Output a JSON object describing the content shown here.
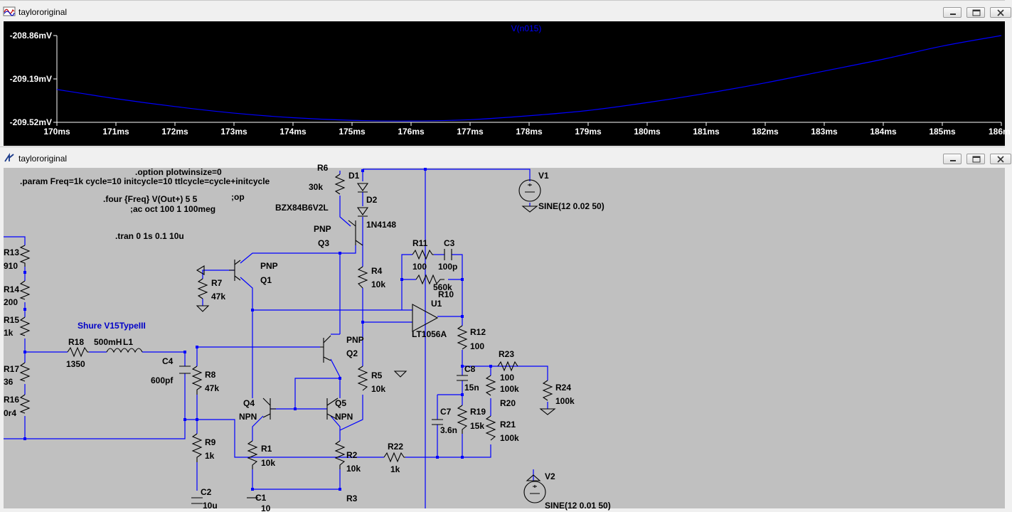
{
  "plot_window": {
    "title": "taylororiginal",
    "trace_name": "V(n015)",
    "y_ticks": [
      "-208.86mV",
      "-209.19mV",
      "-209.52mV"
    ],
    "x_ticks": [
      "170ms",
      "171ms",
      "172ms",
      "173ms",
      "174ms",
      "175ms",
      "176ms",
      "177ms",
      "178ms",
      "179ms",
      "180ms",
      "181ms",
      "182ms",
      "183ms",
      "184ms",
      "185ms",
      "186m"
    ]
  },
  "chart_data": {
    "type": "line",
    "title": "V(n015)",
    "xlabel": "",
    "ylabel": "",
    "xlim": [
      170,
      186
    ],
    "ylim": [
      -209.52,
      -208.86
    ],
    "x_unit": "ms",
    "y_unit": "mV",
    "grid": false,
    "series": [
      {
        "name": "V(n015)",
        "color": "#0000ff",
        "x": [
          170,
          171,
          172,
          173,
          174,
          175,
          176,
          177,
          178,
          179,
          180,
          181,
          182,
          183,
          184,
          185,
          186
        ],
        "y": [
          -209.27,
          -209.34,
          -209.4,
          -209.45,
          -209.485,
          -209.505,
          -209.51,
          -209.5,
          -209.47,
          -209.43,
          -209.37,
          -209.3,
          -209.22,
          -209.13,
          -209.04,
          -208.94,
          -208.86
        ]
      }
    ]
  },
  "schematic_window": {
    "title": "taylororiginal",
    "directives": {
      "option": ".option plotwinsize=0",
      "param": ".param Freq=1k cycle=10 initcycle=10 ttlcycle=cycle+initcycle",
      "four": ".four {Freq} V(Out+) 5 5",
      "op": ";op",
      "ac": ";ac oct 100 1 100meg",
      "tran": ".tran 0 1s 0.1 10u"
    },
    "cartridge_label": "Shure V15TypeIII",
    "components": {
      "R6": {
        "name": "R6",
        "value": "30k"
      },
      "D1": {
        "name": "D1"
      },
      "D2": {
        "name": "D2",
        "value": "1N4148"
      },
      "Dz": {
        "value": "BZX84B6V2L"
      },
      "Q3": {
        "name": "Q3",
        "type": "PNP"
      },
      "Q1": {
        "name": "Q1",
        "type": "PNP"
      },
      "Q2": {
        "name": "Q2",
        "type": "PNP"
      },
      "Q4": {
        "name": "Q4",
        "type": "NPN"
      },
      "Q5": {
        "name": "Q5",
        "type": "NPN"
      },
      "R7": {
        "name": "R7",
        "value": "47k"
      },
      "R4": {
        "name": "R4",
        "value": "10k"
      },
      "R5": {
        "name": "R5",
        "value": "10k"
      },
      "R8": {
        "name": "R8",
        "value": "47k"
      },
      "R9": {
        "name": "R9",
        "value": "1k"
      },
      "R1": {
        "name": "R1",
        "value": "10k"
      },
      "R2": {
        "name": "R2",
        "value": "10k"
      },
      "R3": {
        "name": "R3"
      },
      "R11": {
        "name": "R11",
        "value": "100"
      },
      "C3": {
        "name": "C3",
        "value": "100p"
      },
      "R10": {
        "name": "R10",
        "value": "560k"
      },
      "U1": {
        "name": "U1",
        "value": "LT1056A"
      },
      "R12": {
        "name": "R12",
        "value": "100"
      },
      "R23": {
        "name": "R23",
        "value": "100"
      },
      "R24": {
        "name": "R24",
        "value": "100k"
      },
      "R20": {
        "name": "R20",
        "value": "100k"
      },
      "R21": {
        "name": "R21",
        "value": "100k"
      },
      "C8": {
        "name": "C8",
        "value": "15n"
      },
      "C7": {
        "name": "C7",
        "value": "3.6n"
      },
      "R19": {
        "name": "R19",
        "value": "15k"
      },
      "R22": {
        "name": "R22",
        "value": "1k"
      },
      "R18": {
        "name": "R18",
        "value": "1350"
      },
      "L1": {
        "name": "L1",
        "value": "500mH"
      },
      "C4": {
        "name": "C4",
        "value": "600pf"
      },
      "C2": {
        "name": "C2",
        "value": "10u"
      },
      "C1": {
        "name": "C1",
        "value": "10"
      },
      "R13": {
        "name": "R13",
        "value": "910"
      },
      "R14": {
        "name": "R14",
        "value": "200"
      },
      "R15": {
        "name": "R15",
        "value": "1k"
      },
      "R17": {
        "name": "R17",
        "value": "36"
      },
      "R16": {
        "name": "R16",
        "value": "0r4"
      },
      "V1": {
        "name": "V1",
        "value": "SINE(12 0.02 50)"
      },
      "V2": {
        "name": "V2",
        "value": "SINE(12 0.01 50)"
      }
    }
  },
  "colors": {
    "plot_bg": "#000000",
    "trace": "#0000ff",
    "axis_text": "#ffffff",
    "schematic_bg": "#c0c0c0",
    "wire": "#0000ff",
    "label_blue": "#0000c8"
  }
}
